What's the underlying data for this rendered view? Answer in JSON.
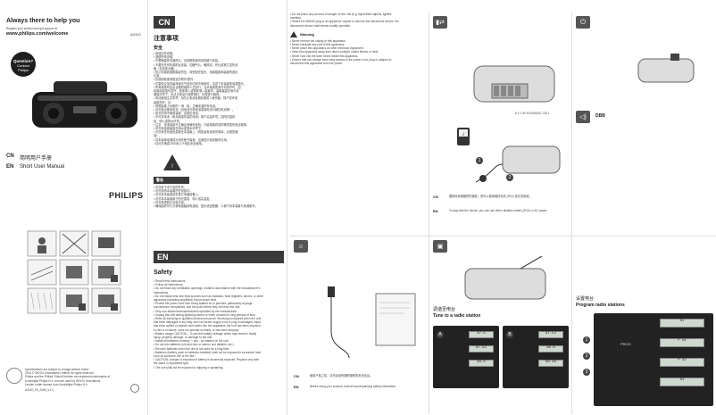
{
  "cover": {
    "tagline": "Always there to help you",
    "register_line": "Register your product and get support at",
    "url": "www.philips.com/welcome",
    "model": "AZ420",
    "question_badge": [
      "Question?",
      "Contact",
      "Philips"
    ],
    "lang_cn_code": "CN",
    "lang_cn_title": "简明用户手册",
    "lang_en_code": "EN",
    "lang_en_title": "Short User Manual",
    "brand": "PHILIPS",
    "footer_lines": [
      "Specifications are subject to change without notice",
      "2014 © WOOX Innovations Limited. All rights reserved.",
      "Philips and the Philips' Shield Emblem are registered trademarks of",
      "Koninklijke Philips N.V. and are used by WOOX Innovations",
      "Limited under license from Koninklijke Philips N.V."
    ],
    "doc_code": "AZ420_93_SUM_V1.0"
  },
  "cn_section": {
    "code": "CN",
    "title": "注意事项",
    "safety_heading": "安全",
    "lines": [
      "• 阅读这些说明。",
      "• 遵循所有说明。",
      "• 不要堵塞任何通风孔。请按照制造商说明进行安装。",
      "• 不要在任何热源附近安装，如暖气片、暖风机、炉灶或其它发热设",
      "  备（包括放大器）。",
      "• 防止电源线被踩踏或挤压，特别是在插头、电源插座和装置的退出",
      "  位置。",
      "• 仅使用制造商指定的附件/配件。",
      "• 在雷电交加的暴风雨天气或长时间不使用时，请拔下本装置的电源插头。",
      "• 所有维修均应由合格的维修人员进行。当本装置受到任何损坏时，如",
      "  电源线或插头损坏、液体溅入或物体落入装置内、装置暴露在雨中或",
      "  潮湿环境下、无法正常运行或跌落时，均需进行维修。",
      "• 电池使用注意事项 - 为防止电池泄漏而造成人身伤害、财产损坏或",
      "  装置损坏，请：",
      "  • 按照装置上标明的 + 和 - 极，正确安装所有电池。",
      "  • 请勿混合使用电池（旧电池与新电池或碳电池与碱性电池等）。",
      "  • 若长时间不使用装置，应取出电池。",
      "• 不可将电池（电池组或安装的电池）置于高温环境，如阳光直射",
      "  处、明火或类似环境。",
      "• 注意：电池装置不正确会有爆炸危险。只能用相同或同等类型的电池更换。",
      "• 切勿将装置暴露在滴水或溅水环境下。",
      "• 切勿将任何危险源放在本装置上（例如装有液体的物体、点燃的蜡",
      "  烛）。",
      "• 将本装置电源插头用作断开装置，应使插头保持随时可用。",
      "• 仅可在海拔2000米以下地区安全使用。"
    ],
    "warning_label": "警告",
    "warning_lines": [
      "• 切勿拆下本产品的外壳。",
      "• 切勿润滑本装置的任何部件。",
      "• 切勿将本装置放在其它电器设备上。",
      "• 切勿将本装置置于阳光直射、明火或高温处。",
      "• 切勿将视线正对激光束。",
      "• 确保始终可以方便地接触到电源线、插头或适配器，以便于将本装置与电源断开。"
    ]
  },
  "en_section": {
    "code": "EN",
    "title": "Safety",
    "lines": [
      "• Read these instructions.",
      "• Follow all instructions.",
      "• Do not block any ventilation openings. Install in accordance with the manufacturer's",
      "  instructions.",
      "• Do not install near any heat sources such as radiators, heat registers, stoves, or other",
      "  apparatus (including amplifiers) that produce heat.",
      "• Protect the power cord from being walked on or pinched, particularly at plugs,",
      "  convenience receptacles, and the point where they exit from the unit.",
      "• Only use attachments/accessories specified by the manufacturer.",
      "• Unplug this unit during lightning storms or when unused for long periods of time.",
      "• Refer all servicing to qualified service personnel. Servicing is required when the unit",
      "  has been damaged in any way, such as power-supply cord or plug is damaged, liquid",
      "  has been spilled or objects have fallen into the apparatus, the unit has been exposed",
      "  to rain or moisture, does not operate normally, or has been dropped.",
      "• Battery usage CAUTION – To prevent battery leakage which may result in bodily",
      "  injury, property damage, or damage to the unit:",
      "  • Install all batteries correctly, + and - as marked on the unit.",
      "  • Do not mix batteries (old and new or carbon and alkaline, etc.).",
      "  • Remove batteries when the unit is not used for a long time.",
      "• Batteries (battery pack or batteries installed) shall not be exposed to excessive heat",
      "  such as sunshine, fire or the like.",
      "• CAUTION: Danger of explosion if battery is incorrectly replaced. Replace only with",
      "  the same or equivalent type.",
      "• The unit shall not be exposed to dripping or splashing."
    ]
  },
  "middle_top": {
    "lines": [
      "• Do not place any sources of danger on the unit (e.g. liquid filled objects, lighted",
      "  candles).",
      "• Where the MAINS plug or an appliance coupler is used as the disconnect device, the",
      "  disconnect device shall remain readily operable."
    ],
    "warning_label": "Warning",
    "warning_lines": [
      "• Never remove the casing of this apparatus.",
      "• Never lubricate any part of this apparatus.",
      "• Never place this apparatus on other electrical equipment.",
      "• Keep this apparatus away from direct sunlight, naked flames or heat.",
      "• Never look into the laser beam inside this apparatus.",
      "• Ensure that you always have easy access to the power cord, plug or adaptor to",
      "  disconnect this apparatus from the power."
    ]
  },
  "power_panel": {
    "battery_label": "6 X 1.5V R14/UM2/C CELL",
    "cn_code": "CN",
    "cn_text_1": "要使用设置随附的播放，您可以使用碱性电池 (R14) 或交流电源。",
    "en_code": "EN",
    "en_text": "To play with the device, you can use either alkaline battery (R14) or AC power.",
    "dbb_label": "DBB"
  },
  "bottom_left_panel": {
    "cn_code": "CN",
    "cn_text": "使用产品之前，请先阅读所随附随附的安全信息。",
    "en_code": "EN",
    "en_text": "Before using your product, read all accompanying safety information."
  },
  "tune_panel": {
    "cn_title": "调谐至电台",
    "en_title": "Tune to a radio station",
    "lcd_a": [
      "87.5",
      "87.52",
      "89.0"
    ],
    "lcd_b": [
      "87.52",
      "88.0",
      "88.00"
    ]
  },
  "program_panel": {
    "cn_title": "设置电台",
    "en_title": "Program radio stations",
    "lcd": [
      "01",
      "P 01",
      "P 02",
      "01"
    ],
    "mode_label": "PROG"
  }
}
